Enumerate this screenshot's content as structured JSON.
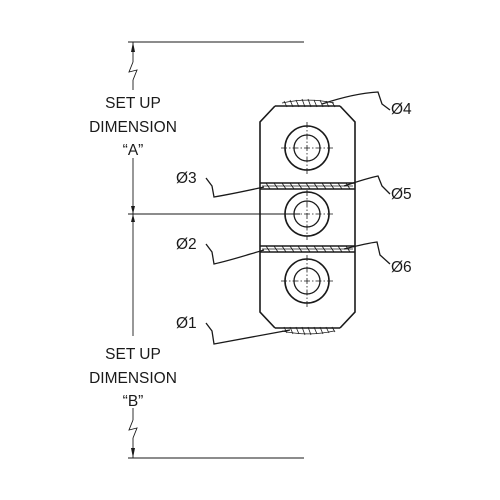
{
  "setup_a": {
    "line1": "SET UP",
    "line2": "DIMENSION",
    "line3": "“A”"
  },
  "setup_b": {
    "line1": "SET UP",
    "line2": "DIMENSION",
    "line3": "“B”"
  },
  "callouts": {
    "d1": "Ø1",
    "d2": "Ø2",
    "d3": "Ø3",
    "d4": "Ø4",
    "d5": "Ø5",
    "d6": "Ø6"
  }
}
